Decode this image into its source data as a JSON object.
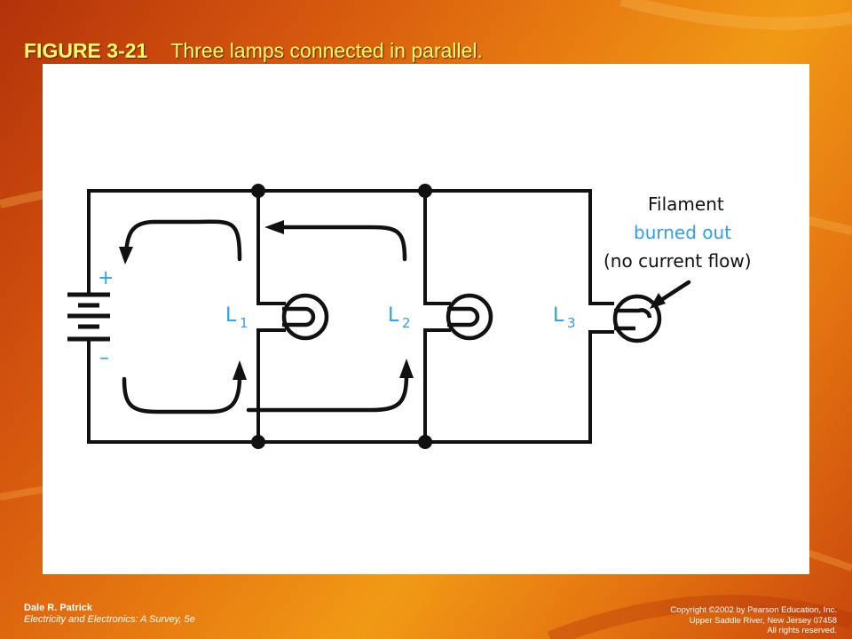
{
  "slide": {
    "figure_number": "FIGURE 3-21",
    "caption": "Three lamps connected in parallel."
  },
  "diagram": {
    "battery": {
      "plus_sign": "+",
      "minus_sign": "–"
    },
    "lamps": [
      {
        "label": "L",
        "subscript": "1"
      },
      {
        "label": "L",
        "subscript": "2"
      },
      {
        "label": "L",
        "subscript": "3"
      }
    ],
    "annotation": {
      "line1": "Filament",
      "line2": "burned out",
      "line3": "(no current flow)"
    }
  },
  "footer": {
    "author": "Dale R. Patrick",
    "book": "Electricity and Electronics: A Survey, 5e",
    "copyright": "Copyright ©2002 by Pearson Education, Inc.",
    "address": "Upper Saddle River, New Jersey 07458",
    "rights": "All rights reserved."
  },
  "colors": {
    "title_text": "#ffff66",
    "label_blue": "#2f9fe6",
    "background_orange": "#e77a10"
  }
}
